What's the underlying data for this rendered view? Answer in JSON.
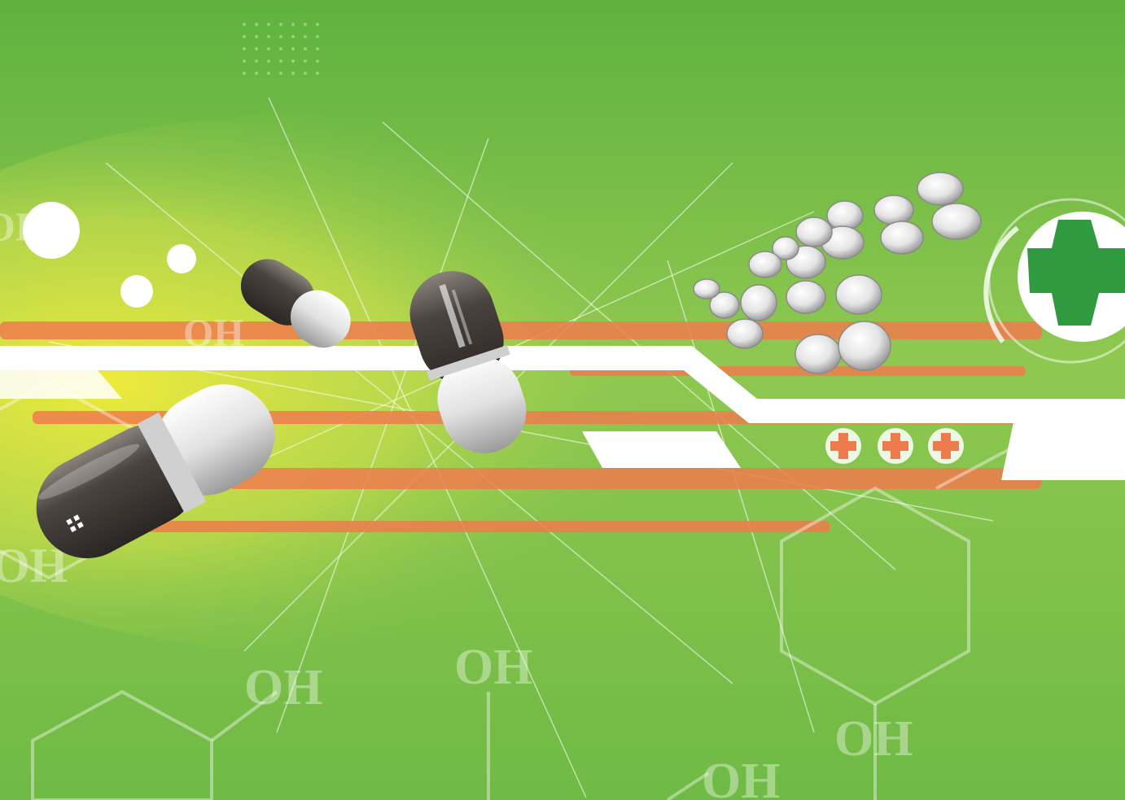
{
  "artwork": {
    "chemical_labels": [
      "OH",
      "OH",
      "OH",
      "OH",
      "OH",
      "OH",
      "OH"
    ],
    "icons": [
      "medical-cross-icon",
      "plus-icon"
    ],
    "colors": {
      "background": "#6fba45",
      "highlight": "#f3ec3a",
      "accent_orange": "#ee7b4d",
      "capsule_dark": "#4a4440",
      "capsule_light": "#f2f2f2",
      "cross_green": "#2f9a3f",
      "stripe_white": "#ffffff"
    }
  }
}
